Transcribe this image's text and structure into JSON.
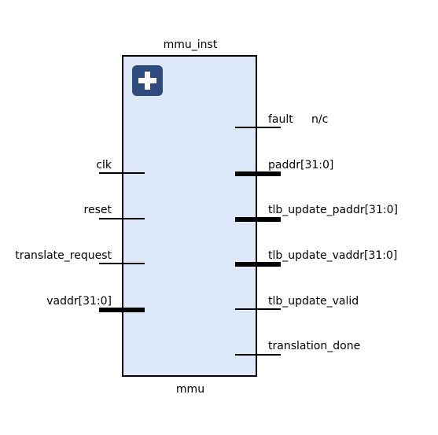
{
  "instance_name": "mmu_inst",
  "module_name": "mmu",
  "colors": {
    "block_fill": "#dde9f8",
    "expand_button": "#2f4a7c"
  },
  "expand_icon": "plus-icon",
  "inputs": [
    {
      "name": "clk",
      "bus": false
    },
    {
      "name": "reset",
      "bus": false
    },
    {
      "name": "translate_request",
      "bus": false
    },
    {
      "name": "vaddr[31:0]",
      "bus": true
    }
  ],
  "outputs": [
    {
      "name": "fault",
      "bus": false,
      "note": "n/c"
    },
    {
      "name": "paddr[31:0]",
      "bus": true
    },
    {
      "name": "tlb_update_paddr[31:0]",
      "bus": true
    },
    {
      "name": "tlb_update_vaddr[31:0]",
      "bus": true
    },
    {
      "name": "tlb_update_valid",
      "bus": false
    },
    {
      "name": "translation_done",
      "bus": false
    }
  ]
}
